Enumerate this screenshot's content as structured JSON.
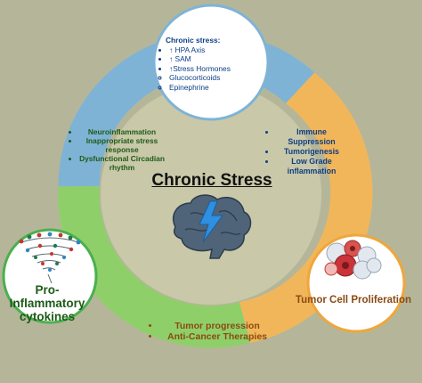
{
  "title": "Chronic Stress",
  "top_box": {
    "heading": "Chronic stress:",
    "items": [
      "↑ HPA Axis",
      "↑ SAM",
      "↑Stress Hormones"
    ],
    "subitems": [
      "Glucocorticoids",
      "Epinephrine"
    ]
  },
  "left_segment": {
    "items": [
      "Neuroinflammation",
      "Inappropriate stress response",
      "Dysfunctional Circadian rhythm"
    ]
  },
  "right_segment": {
    "items": [
      "Immune Suppression",
      "Tumorigenesis",
      "Low Grade inflammation"
    ]
  },
  "bottom_segment": {
    "items": [
      "Tumor progression",
      "Anti-Cancer Therapies"
    ]
  },
  "node_left": {
    "label": "Pro-Inflammatory cytokines",
    "icon": "cytokine-tornado-icon"
  },
  "node_right": {
    "label": "Tumor Cell Proliferation",
    "icon": "tumor-cells-icon"
  },
  "center_icon": "brain-lightning-icon",
  "colors": {
    "background": "#b5b699",
    "ring_blue": "#7fb3d6",
    "ring_orange": "#f2b65a",
    "ring_green": "#8fcf6a",
    "ring_inner": "#c9c8a9",
    "node_left_border": "#4caf50",
    "node_right_border": "#f0a63a"
  }
}
